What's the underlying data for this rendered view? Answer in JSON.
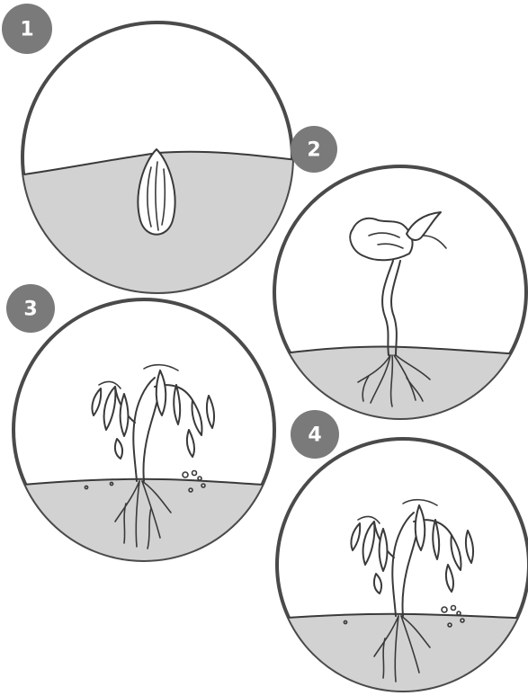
{
  "stages": [
    {
      "badge": "1"
    },
    {
      "badge": "2"
    },
    {
      "badge": "3"
    },
    {
      "badge": "4"
    }
  ],
  "colors": {
    "badge": "#7a7a7a",
    "ring": "#4a4a4a",
    "soil": "#d2d2d2",
    "ink": "#3a3a3a"
  }
}
